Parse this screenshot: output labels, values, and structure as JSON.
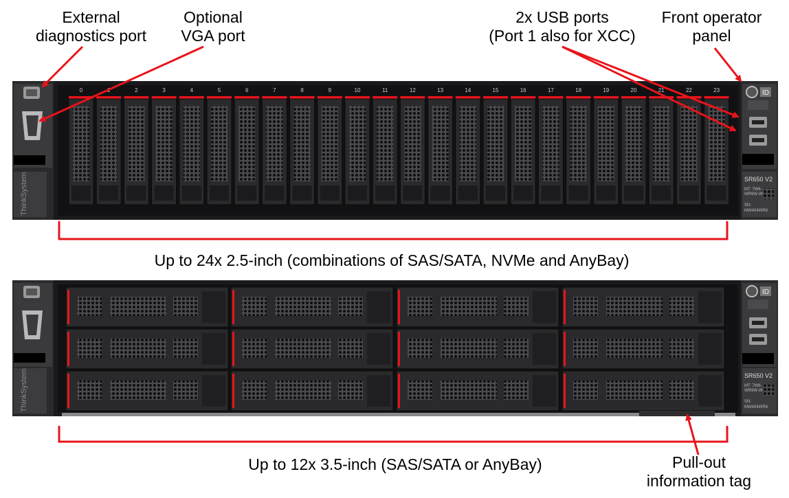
{
  "callouts": {
    "diag_port": [
      "External",
      "diagnostics port"
    ],
    "vga_port": [
      "Optional",
      "VGA port"
    ],
    "usb_ports": [
      "2x USB ports",
      "(Port 1 also for XCC)"
    ],
    "operator_panel": [
      "Front operator",
      "panel"
    ],
    "info_tag": [
      "Pull-out",
      "information tag"
    ]
  },
  "captions": {
    "top": "Up to 24x 2.5-inch (combinations of SAS/SATA, NVMe and AnyBay)",
    "bottom": "Up to 12x 3.5-inch (SAS/SATA or AnyBay)"
  },
  "chassis": {
    "brand": "ThinkSystem",
    "model": "SR650 V2",
    "mt_label": [
      "MT: 7W6-",
      "WR9W-WW"
    ],
    "sn_label": [
      "SN:",
      "MW404WR8"
    ],
    "id_label": "ID"
  },
  "drive_bay_numbers": [
    "0",
    "1",
    "2",
    "3",
    "4",
    "5",
    "6",
    "7",
    "8",
    "9",
    "10",
    "11",
    "12",
    "13",
    "14",
    "15",
    "16",
    "17",
    "18",
    "19",
    "20",
    "21",
    "22",
    "23"
  ],
  "colors": {
    "annotation": "#e8141b",
    "chassis": "#1c1c1e",
    "bezel": "#2b2b2d"
  }
}
